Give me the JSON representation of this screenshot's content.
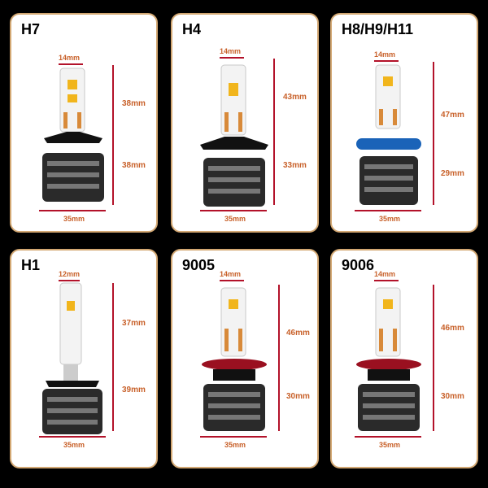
{
  "colors": {
    "background": "#000000",
    "panel_border": "#d3a873",
    "dimension_text": "#c8612a",
    "dimension_line": "#b3122a",
    "led_chip": "#f1b51c",
    "h11_collar": "#1a63b8",
    "9005_collar": "#9a1020"
  },
  "panels": [
    {
      "title": "H7",
      "width": "14mm",
      "top": "38mm",
      "bottom": "38mm",
      "base": "35mm"
    },
    {
      "title": "H4",
      "width": "14mm",
      "top": "43mm",
      "bottom": "33mm",
      "base": "35mm"
    },
    {
      "title": "H8/H9/H11",
      "width": "14mm",
      "top": "47mm",
      "bottom": "29mm",
      "base": "35mm"
    },
    {
      "title": "H1",
      "width": "12mm",
      "top": "37mm",
      "bottom": "39mm",
      "base": "35mm"
    },
    {
      "title": "9005",
      "width": "14mm",
      "top": "46mm",
      "bottom": "30mm",
      "base": "35mm"
    },
    {
      "title": "9006",
      "width": "14mm",
      "top": "46mm",
      "bottom": "30mm",
      "base": "35mm"
    }
  ]
}
